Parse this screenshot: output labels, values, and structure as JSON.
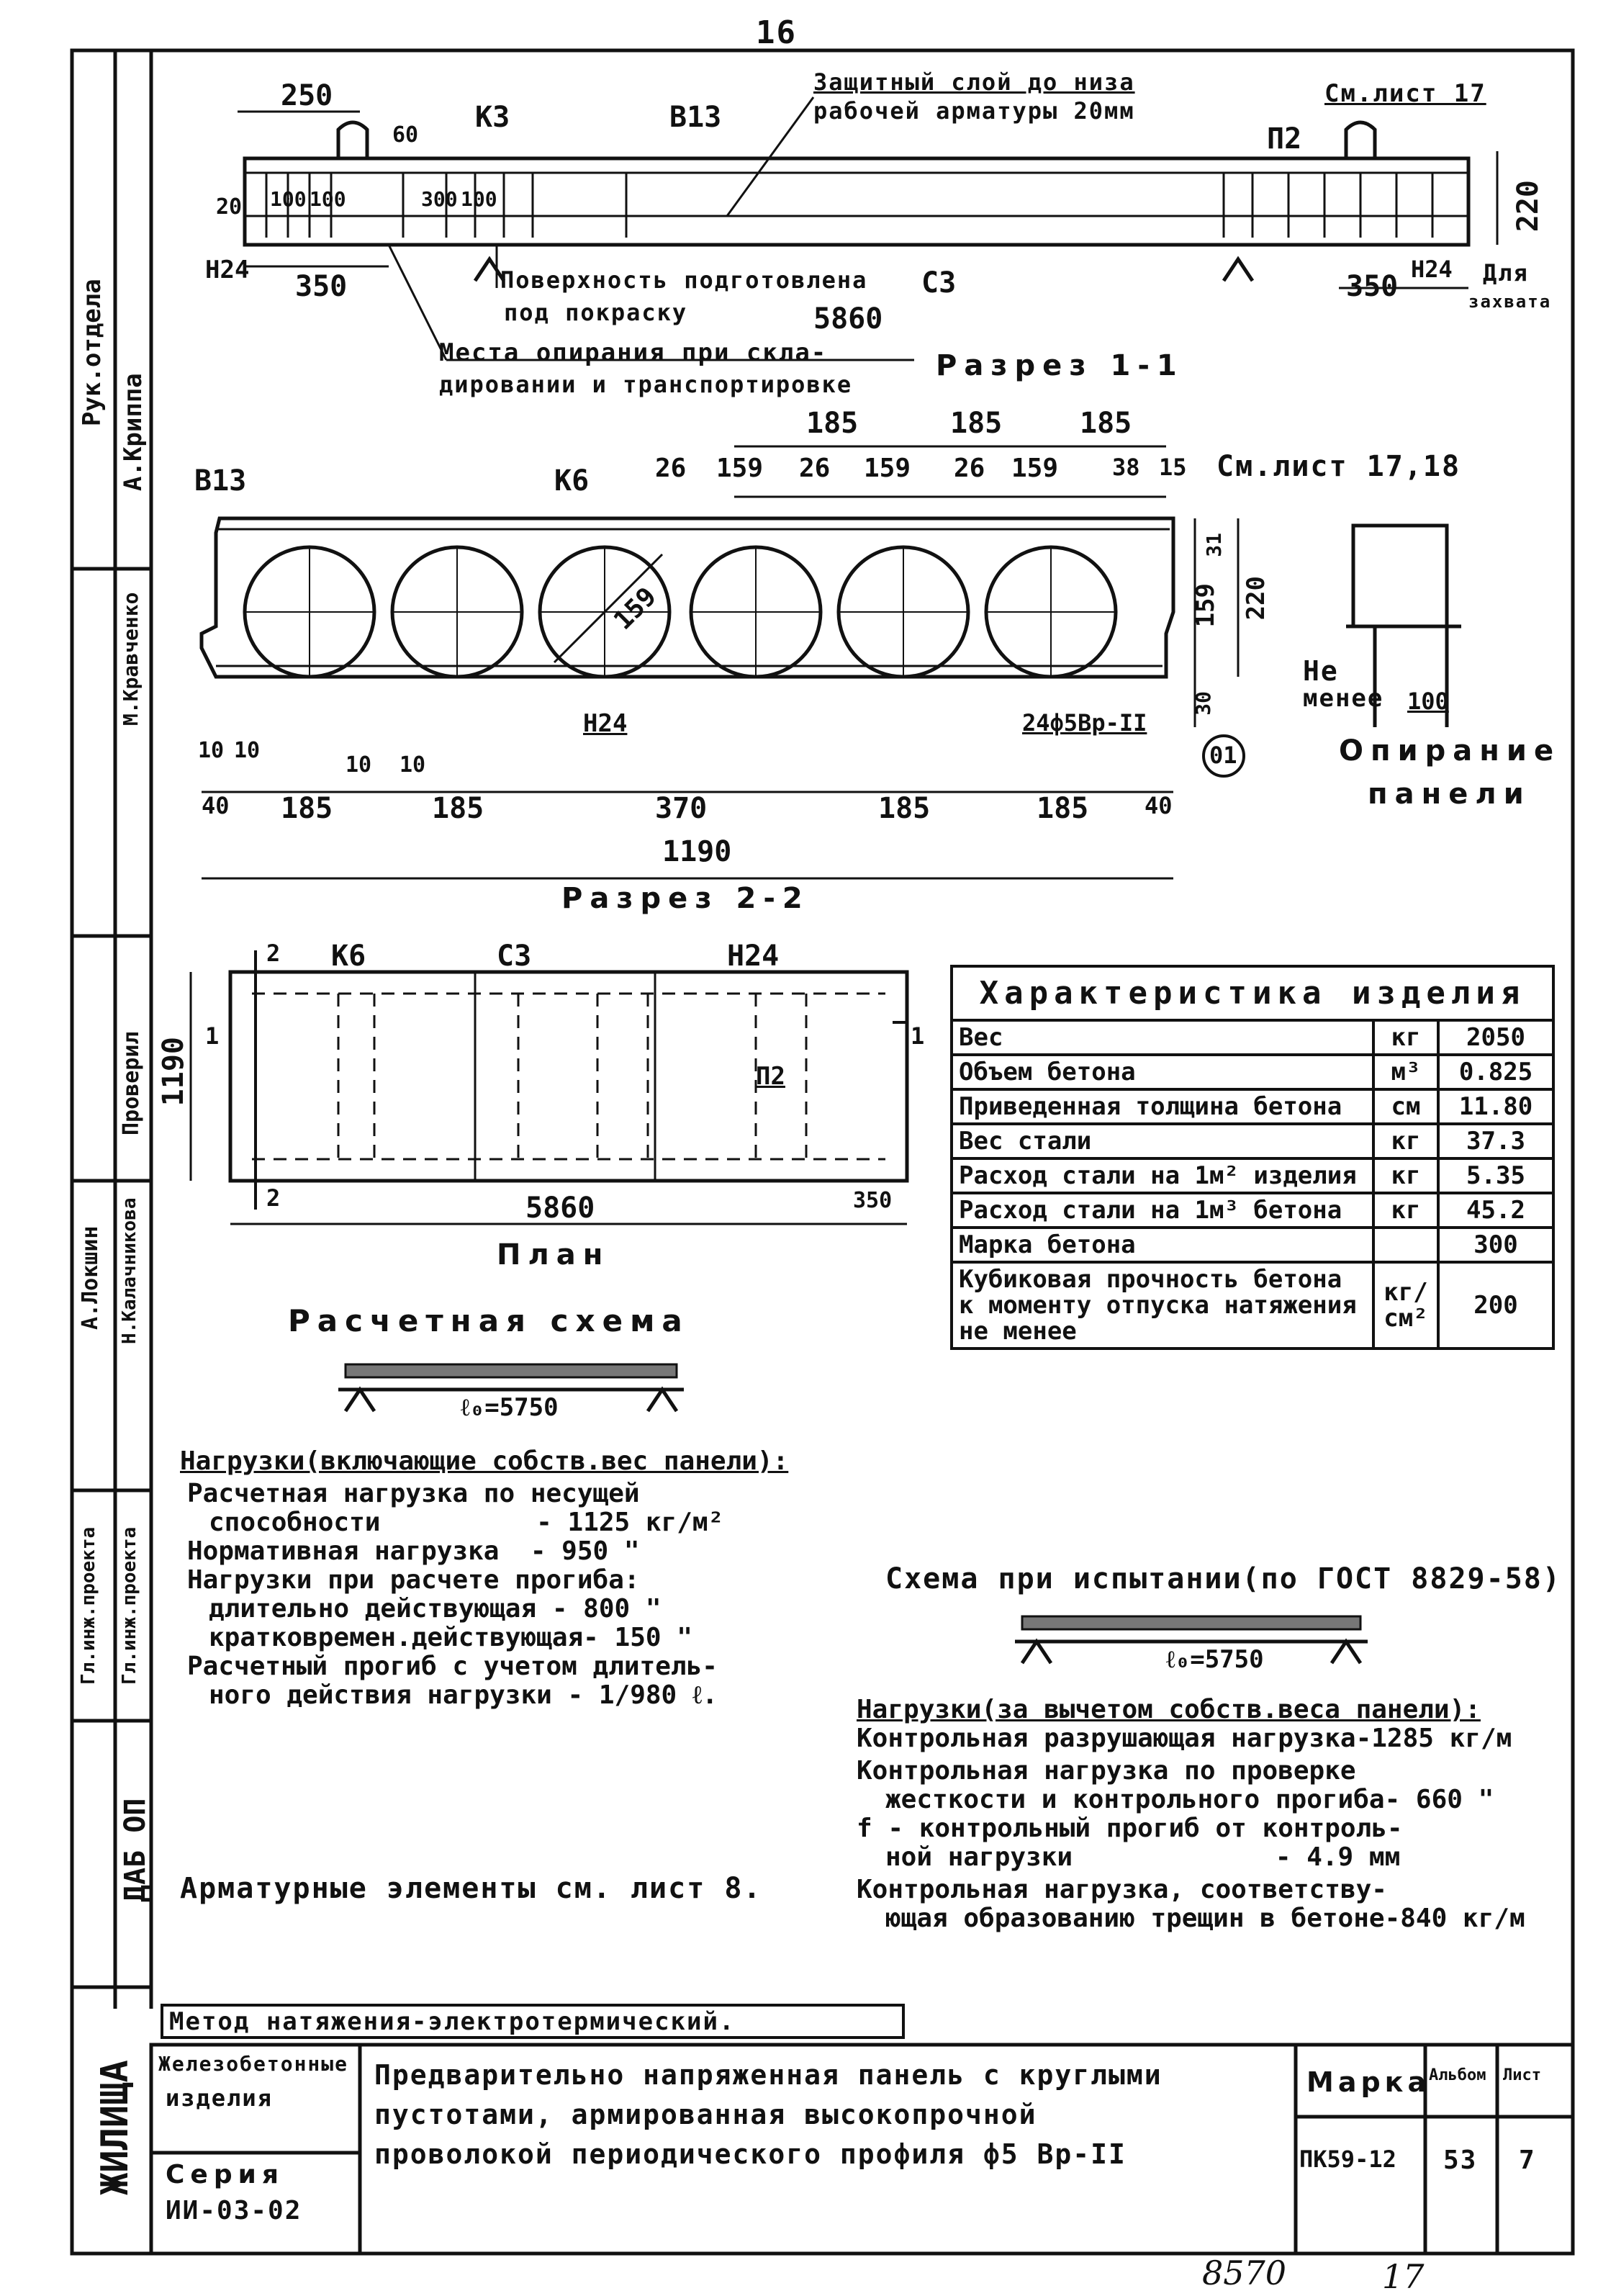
{
  "page_number": "16",
  "section1": {
    "dim_250": "250",
    "dim_60": "60",
    "mark_k3": "K3",
    "mark_b13": "B13",
    "protect_note_1": "Защитный слой до низа",
    "protect_note_2": "рабочей арматуры 20мм",
    "see_sheet": "См.лист 17",
    "mark_p2": "П2",
    "dim_20": "20",
    "dim_100a": "100",
    "dim_100b": "100",
    "dim_300": "300",
    "dim_100c": "100",
    "dim_220": "220",
    "mark_n24_left": "Н24",
    "dim_350_left": "350",
    "surface_note_1": "Поверхность подготовлена",
    "mark_c3": "С3",
    "surface_note_2": "под покраску",
    "dim_5860": "5860",
    "dim_350_right": "350",
    "mark_n24_right": "Н24",
    "for_grip_1": "Для",
    "for_grip_2": "захвата",
    "support_note_1": "Места опирания при скла-",
    "support_note_2": "дировании и транспортировке",
    "section_title": "Разрез 1-1"
  },
  "section2": {
    "dim_185_top1": "185",
    "dim_185_top2": "185",
    "dim_185_top3": "185",
    "mark_b13": "B13",
    "mark_k6": "K6",
    "dim_26a": "26",
    "dim_159a": "159",
    "dim_26b": "26",
    "dim_159b": "159",
    "dim_26c": "26",
    "dim_159c": "159",
    "dim_38": "38",
    "dim_15": "15",
    "see_sheets": "См.лист 17,18",
    "dim_159_circle": "159",
    "dim_31": "31",
    "dim_159_side": "159",
    "dim_220": "220",
    "dim_30": "30",
    "mark_n24": "Н24",
    "rebar": "24ф5Вр-II",
    "callout": "01",
    "dim_10a": "10",
    "dim_10b": "10",
    "dim_10c": "10",
    "dim_10d": "10",
    "dim_40_left": "40",
    "bot_185a": "185",
    "bot_185b": "185",
    "bot_370": "370",
    "bot_185c": "185",
    "bot_185d": "185",
    "dim_40_right": "40",
    "dim_1190": "1190",
    "section_title": "Разрез 2-2"
  },
  "support_detail": {
    "not_less_1": "Не",
    "not_less_2": "менее",
    "dim_100": "100",
    "title_1": "Опирание",
    "title_2": "панели"
  },
  "plan": {
    "mark_k6": "K6",
    "mark_c3": "С3",
    "mark_n24": "Н24",
    "mark_p2": "П2",
    "cut_2_top": "2",
    "cut_2_bottom": "2",
    "cut_1_left": "1",
    "cut_1_right": "1",
    "dim_1190": "1190",
    "dim_5860": "5860",
    "dim_350": "350",
    "title": "План"
  },
  "characteristics": {
    "title": "Характеристика изделия",
    "rows": [
      {
        "label": "Вес",
        "unit": "кг",
        "value": "2050"
      },
      {
        "label": "Объем бетона",
        "unit": "м³",
        "value": "0.825"
      },
      {
        "label": "Приведенная толщина бетона",
        "unit": "см",
        "value": "11.80"
      },
      {
        "label": "Вес стали",
        "unit": "кг",
        "value": "37.3"
      },
      {
        "label": "Расход стали на 1м² изделия",
        "unit": "кг",
        "value": "5.35"
      },
      {
        "label": "Расход стали на 1м³ бетона",
        "unit": "кг",
        "value": "45.2"
      },
      {
        "label": "Марка бетона",
        "unit": "",
        "value": "300"
      },
      {
        "label": "Кубиковая прочность бетона к моменту отпуска натяжения не менее",
        "unit": "кг/см²",
        "value": "200"
      }
    ]
  },
  "calc_scheme": {
    "title": "Расчетная схема",
    "span": "ℓ₀=5750",
    "loads_heading": "Нагрузки(включающие собств.вес панели):",
    "line1": "Расчетная нагрузка по несущей",
    "line2": "способности          - 1125 кг/м²",
    "line3": "Нормативная нагрузка  - 950 \"",
    "line4": "Нагрузки при расчете прогиба:",
    "line5": "длительно действующая - 800 \"",
    "line6": "кратковремен.действующая- 150 \"",
    "line7": "Расчетный прогиб с учетом длитель-",
    "line8": "ного действия нагрузки - 1/980 ℓ."
  },
  "test_scheme": {
    "title": "Схема при испытании(по ГОСТ 8829-58)",
    "span": "ℓ₀=5750",
    "loads_heading": "Нагрузки(за вычетом собств.веса панели):",
    "line1": "Контрольная разрушающая нагрузка-1285 кг/м",
    "line2": "Контрольная нагрузка по проверке",
    "line3": "жесткости и контрольного прогиба- 660 \"",
    "line4": "f - контрольный прогиб от контроль-",
    "line5": "ной нагрузки             - 4.9 мм",
    "line6": "Контрольная нагрузка, соответству-",
    "line7": "ющая образованию трещин в бетоне-840 кг/м"
  },
  "rebar_note": "Арматурные элементы см. лист 8.",
  "method": "Метод натяжения-электротермический.",
  "title_block": {
    "category_1": "Железобетонные",
    "category_2": "изделия",
    "series_1": "Серия",
    "series_2": "ИИ-03-02",
    "description_1": "Предварительно напряженная панель с круглыми",
    "description_2": "пустотами, армированная высокопрочной",
    "description_3": "проволокой периодического профиля ф5 Вр-II",
    "mark_label": "Марка",
    "album_label": "Альбом",
    "sheet_label": "Лист",
    "mark_value": "ПК59-12",
    "album_value": "53",
    "sheet_value": "7"
  },
  "side_stamp": {
    "dept_head": "Рук.отдела",
    "dept_head_name": "А.Криппа",
    "checked": "Проверил",
    "checked_name": "М.Кравченко",
    "author": "Н.Калачникова",
    "author2": "А.Локшин",
    "proj_lead": "Гл.инж.проекта",
    "proj_lead2": "Гл.инж.проекта",
    "org": "ДАБ ОП",
    "org_title": "ЖИЛИЩА"
  },
  "footer": {
    "num_1": "8570",
    "num_2": "17"
  }
}
